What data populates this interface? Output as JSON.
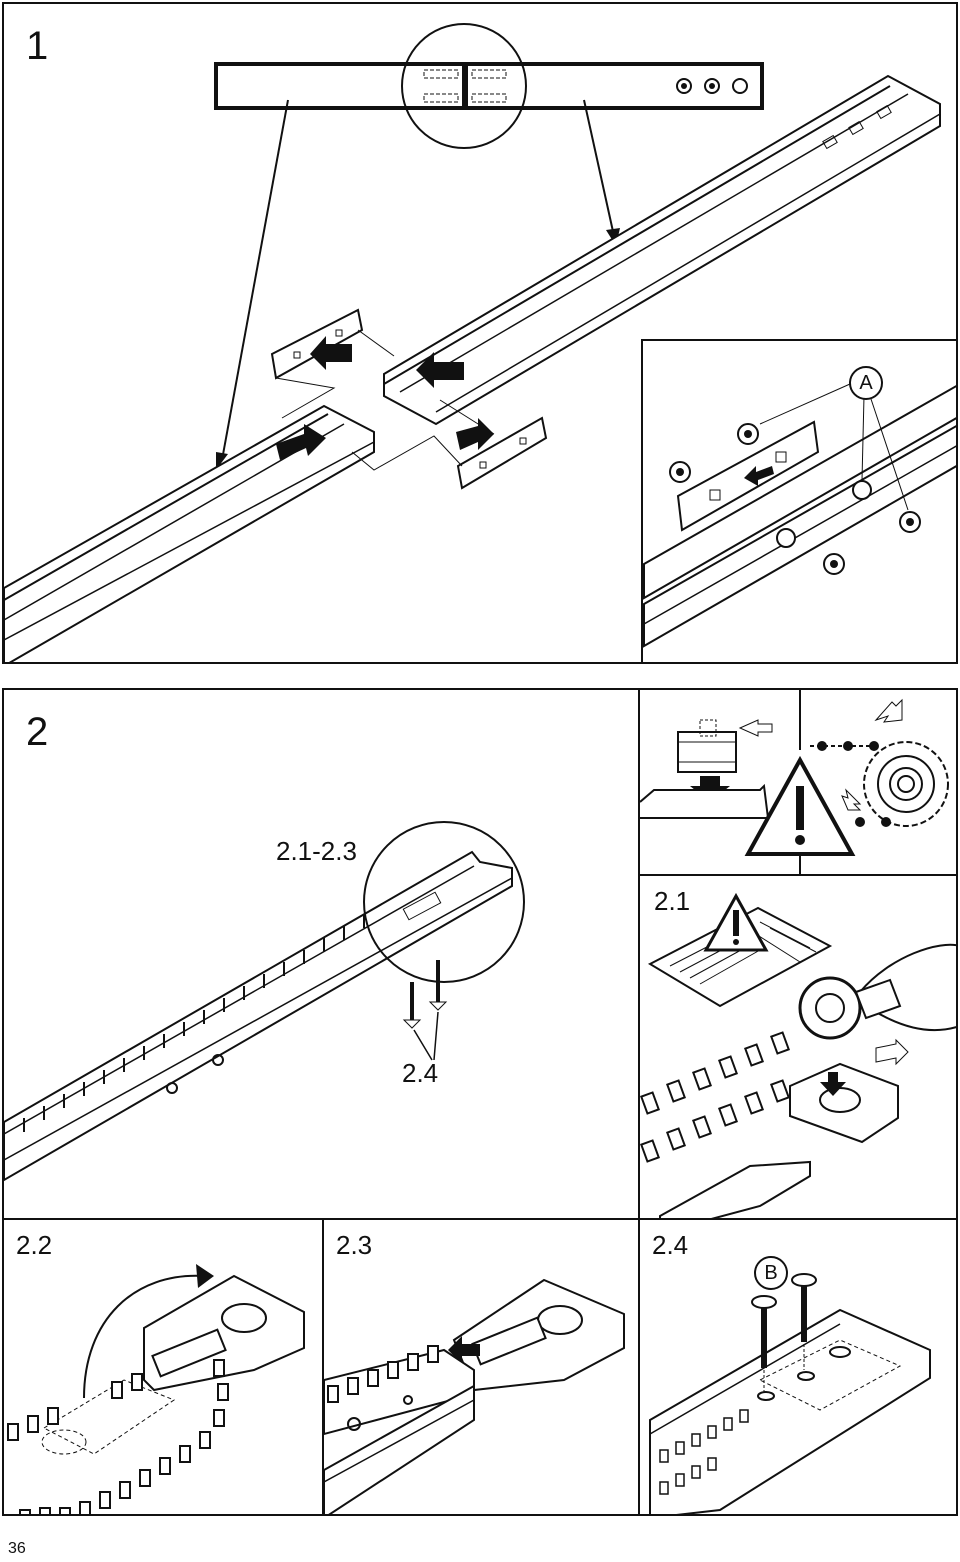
{
  "step1": {
    "number": "1",
    "callout_a": "A"
  },
  "step2": {
    "number": "2",
    "label_range": "2.1-2.3",
    "label_screws": "2.4",
    "sub21": "2.1",
    "sub22": "2.2",
    "sub23": "2.3",
    "sub24": "2.4",
    "callout_b": "B"
  },
  "page_number": "36"
}
